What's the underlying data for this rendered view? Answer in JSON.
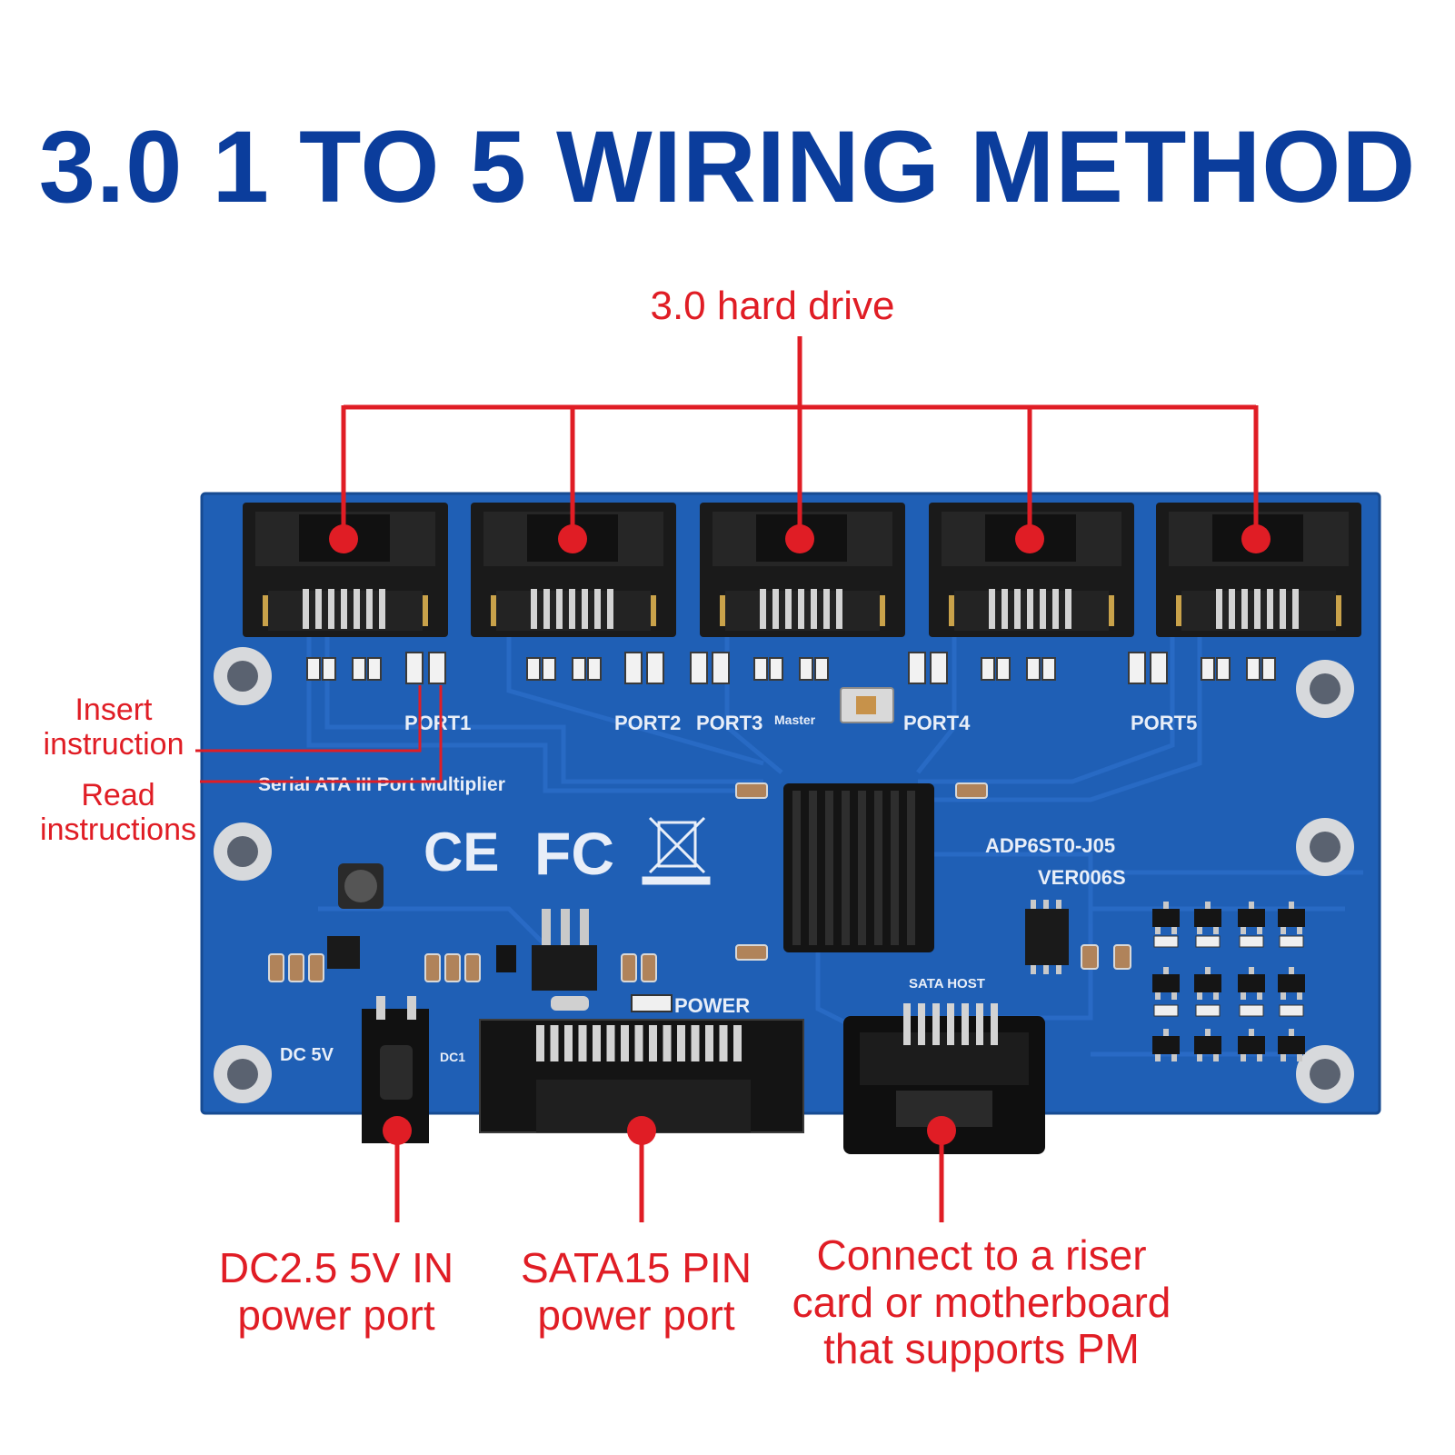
{
  "title": "3.0 1 TO 5 WIRING METHOD",
  "callouts": {
    "top": "3.0 hard drive",
    "insert_line1": "Insert",
    "insert_line2": "instruction",
    "read_line1": "Read",
    "read_line2": "instructions",
    "dc_line1": "DC2.5 5V IN",
    "dc_line2": "power port",
    "sata_line1": "SATA15 PIN",
    "sata_line2": "power port",
    "host_line1": "Connect to a riser",
    "host_line2": "card or motherboard",
    "host_line3": "that supports PM"
  },
  "board": {
    "ports": [
      "PORT1",
      "PORT2",
      "PORT3",
      "PORT4",
      "PORT5"
    ],
    "master_label": "Master",
    "chip_text": "Serial ATA III Port Multiplier",
    "model": "ADP6ST0-J05",
    "version": "VER006S",
    "power_label": "POWER",
    "dc_label": "DC 5V",
    "dc1_label": "DC1",
    "sata_host_label": "SATA HOST",
    "ce_mark": "CE",
    "fc_mark": "FC"
  },
  "colors": {
    "accent": "#e01d25",
    "title": "#0b3d9c",
    "pcb": "#1f5fb5"
  }
}
